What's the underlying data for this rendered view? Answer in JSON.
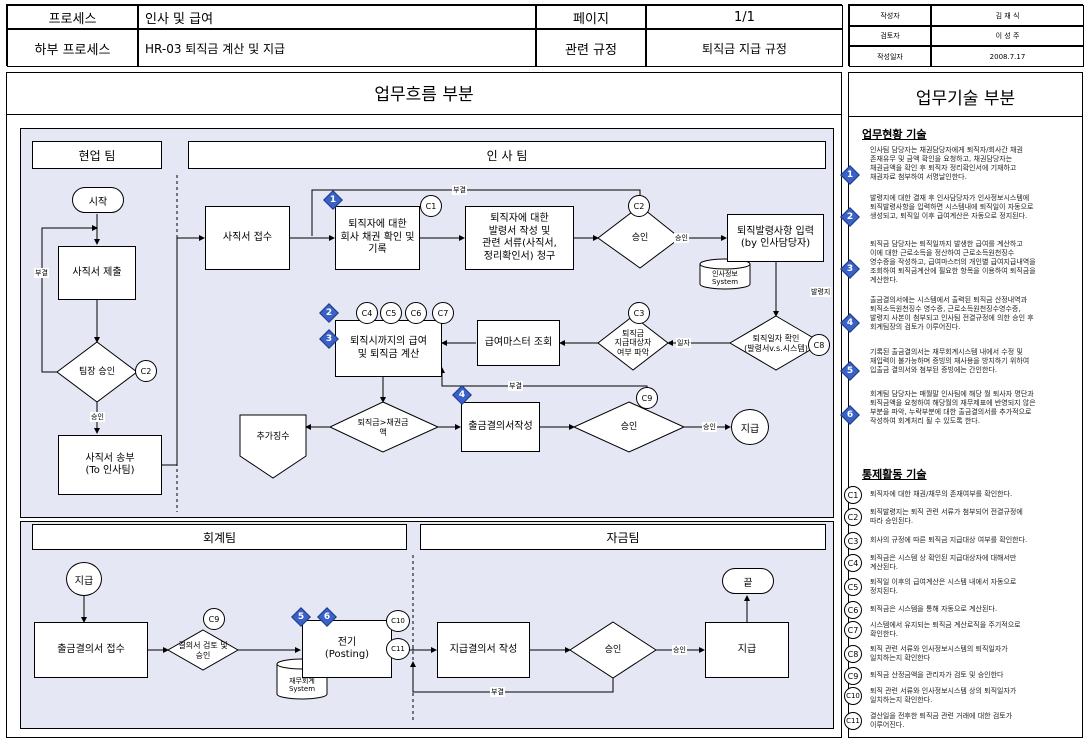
{
  "header": {
    "process_label": "프로세스",
    "process_value": "인사 및 급여",
    "page_label": "페이지",
    "page_value": "1/1",
    "subprocess_label": "하부 프로세스",
    "subprocess_value": "HR-03 퇴직금 계산 및 지급",
    "reg_label": "관련 규정",
    "reg_value": "퇴직금 지급 규정",
    "author_label": "작성자",
    "author_value": "김 재 식",
    "reviewer_label": "검토자",
    "reviewer_value": "이 성 주",
    "date_label": "작성일자",
    "date_value": "2008.7.17"
  },
  "titles": {
    "flow": "업무흐름 부분",
    "desc": "업무기술 부분",
    "status": "업무현황 기술",
    "control": "통제활동 기술"
  },
  "lanes": {
    "field": "현업 팀",
    "hr": "인 사 팀",
    "acct": "회계팀",
    "fund": "자금팀"
  },
  "nodes": {
    "start": "시작",
    "resign_submit": "사직서 제출",
    "team_approve": "팀장 승인",
    "resign_send": "사직서 송부\n(To 인사팀)",
    "resign_receive": "사직서 접수",
    "debt_check": "퇴직자에 대한\n회사 채권 확인 및\n기록",
    "doc_request": "퇴직자에 대한\n발령서 작성 및\n관련 서류(사직서,\n정리확인서) 청구",
    "approve1": "승인",
    "order_input": "퇴직발령사항 입력\n(by 인사담당자)",
    "hr_system": "인사정보\nSystem",
    "date_check": "퇴직일자 확인\n(발령서v.s.시스템)",
    "target_check": "퇴직금\n지급대상자\n여부 파악",
    "master_view": "급여마스터 조회",
    "calc": "퇴직시까지의 급여\n및 퇴직금 계산",
    "compare": "퇴직금>채권금\n액",
    "extra": "추가징수",
    "payreq_write": "출금결의서작성",
    "approve2": "승인",
    "pay1": "지급",
    "acct_start": "지급",
    "payreq_receive": "출금결의서 접수",
    "payreq_review": "결의서 검토 및\n승인",
    "posting": "전기\n(Posting)",
    "fin_system": "재무회계\nSystem",
    "fund_write": "지급결의서 작성",
    "approve3": "승인",
    "pay2": "지급",
    "end": "끝"
  },
  "edge_labels": {
    "reject": "부결",
    "approve": "승인",
    "appoint": "발령지",
    "date": "일자"
  },
  "status_items": [
    {
      "n": "1",
      "text": "인사팀 담당자는 채권담당자에게 퇴직자/회사간 채권\n존재유무 및 금액 확인을 요청하고, 채권담당자는\n채권금액을 확인 후 퇴직자 정리확인서에 기재하고\n채권자료 첨부하여 서명날인한다."
    },
    {
      "n": "2",
      "text": "발령지에 대한 결재 후 인사담당자가 인사정보시스템에\n퇴직발령사항을 입력하면 시스템내에 퇴직일이 자동으로\n생성되고, 퇴직일 이후 급여계산은 자동으로 정지된다."
    },
    {
      "n": "3",
      "text": "퇴직금 담당자는 퇴직일까지 발생한 급여를 계산하고\n이에 대한 근로소득을 정산하여 근로소득원천징수\n영수증을 작성하고, 급여마스터의 개인별 급여지급내역을\n조회하여 퇴직금계산에 필요한 항목을 이용하여 퇴직금을\n계산한다."
    },
    {
      "n": "4",
      "text": "출금결의서에는 시스템에서 출력된 퇴직금 산정내역과\n퇴직소득원천징수 영수증, 근로소득원천징수영수증,\n발령지 사본이 첨부되고 인사팀 전결규정에 의한 승인 후\n회계팀장의 검토가 이루어진다."
    },
    {
      "n": "5",
      "text": "기록된 출금결의서는 재무회계시스템 내에서 수정 및\n재입력이 불가능하며 증빙의 재사용을 방지하기 위하여\n입출금 결의서와 첨부된 증빙에는 간인한다."
    },
    {
      "n": "6",
      "text": "회계팀 담당자는 매월말 인사팀에 해당 월 퇴사자 명단과\n퇴직금액을 요청하여 해당월의 재무제표에 반영되지 않은\n부분을 파악, 누락부분에 대한 출금결의서를 추가적으로\n작성하여 회계처리 될 수 있도록 한다."
    }
  ],
  "control_items": [
    {
      "n": "C1",
      "text": "퇴직자에 대한 채권/채무의 존재여부를 확인한다."
    },
    {
      "n": "C2",
      "text": "퇴직발령지는 퇴직 관련 서류가 첨부되어 전결규정에\n따라 승인된다."
    },
    {
      "n": "C3",
      "text": "회사의 규정에 따른 퇴직금 지급대상 여부를 확인한다."
    },
    {
      "n": "C4",
      "text": "퇴직금은 시스템 상 확인된 지급대상자에 대해서만\n계산된다."
    },
    {
      "n": "C5",
      "text": "퇴직일 이후의 급여계산은 시스템 내에서 자동으로\n정지된다."
    },
    {
      "n": "C6",
      "text": "퇴직금은 시스템을 통해 자동으로 계산된다."
    },
    {
      "n": "C7",
      "text": "시스템에서 유지되는 퇴직금 계산로직을 주기적으로\n확인한다."
    },
    {
      "n": "C8",
      "text": "퇴직 관련 서류와 인사정보시스템의 퇴직일자가\n일치하는지 확인한다"
    },
    {
      "n": "C9",
      "text": "퇴직금 산정금액을 관리자가 검토 및 승인한다"
    },
    {
      "n": "C10",
      "text": "퇴직 관련 서류와 인사정보시스템 상의 퇴직일자가\n일치하는지 확인한다."
    },
    {
      "n": "C11",
      "text": "결산일을 전후한 퇴직금 관련 거래에 대한 검토가\n이루어진다."
    }
  ],
  "colors": {
    "panel": "#e6e7f5",
    "diamond": "#3a62c6"
  }
}
